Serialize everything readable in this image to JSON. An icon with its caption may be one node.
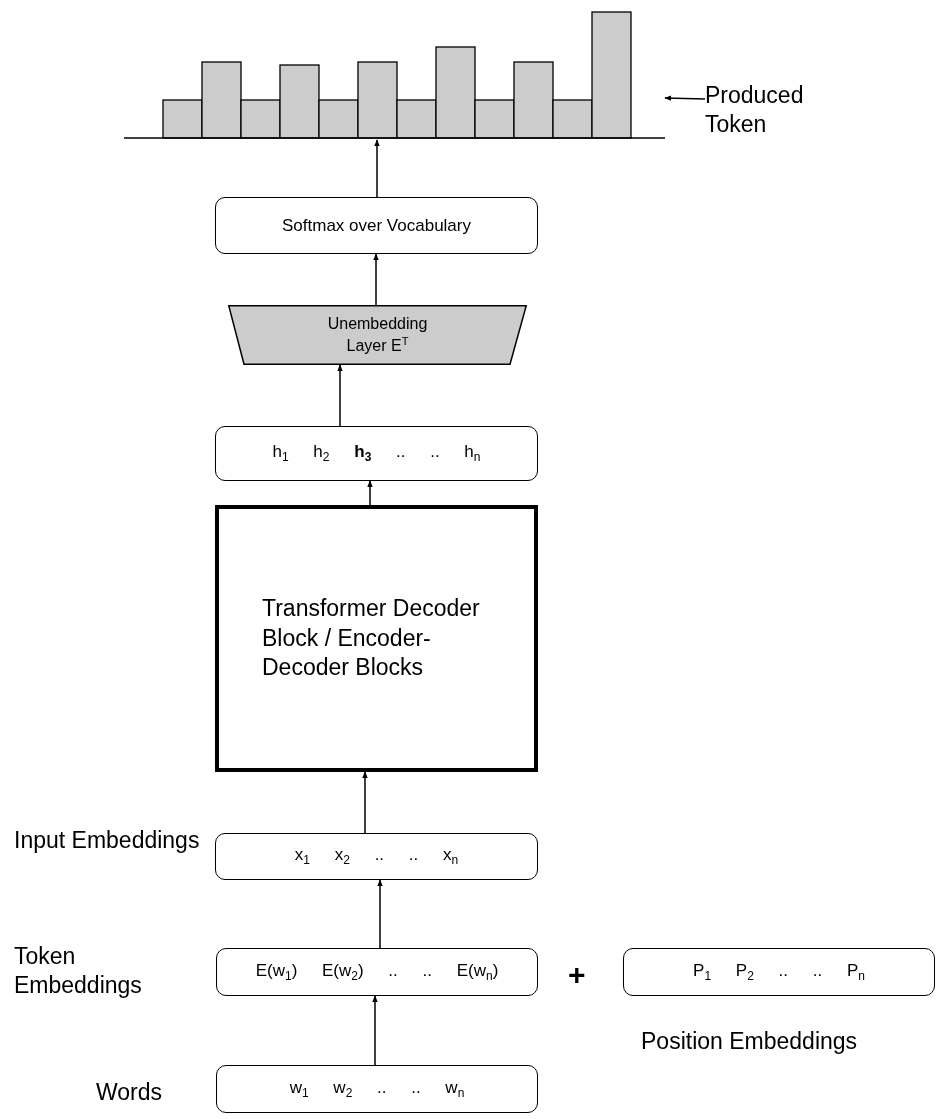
{
  "diagram": {
    "nodes": [
      {
        "text": [],
        "shape": "picture"
      },
      {
        "text": [
          "Produced Token"
        ]
      },
      {
        "text": [
          "Softmax over Vocabulary"
        ]
      },
      {
        "text": [
          "Unembedding Layer E$^{T}$"
        ]
      },
      {
        "text": [
          "h$_{1}$ h$_{2}$ **h$_{3}$** .. .. h$_{n}$"
        ]
      },
      {
        "text": [
          "Transformer Decoder Block / Encoder-Decoder Blocks"
        ]
      },
      {
        "text": [
          "x$_{1}$ x$_{2}$ .. .. x$_{n}$"
        ],
        "beside": [
          "Input Embeddings"
        ]
      },
      {
        "text": [
          "E(w$_{1}$) E(w$_{2}$) .. .. E(w$_{n}$)"
        ],
        "beside": [
          "Token Embeddings"
        ]
      },
      {
        "text": [
          "P$_{1}$ P$_{2}$ .. .. P$_{n}$"
        ],
        "beside": [
          "Position Embeddings"
        ]
      },
      {
        "text": [
          "w$_{1}$ w$_{2}$ .. .. w$_{n}$"
        ],
        "beside": [
          "Words"
        ]
      }
    ],
    "edges": [
      {
        "from": 9,
        "to": 7,
        "arrow": "to"
      },
      {
        "from": 7,
        "to": 6,
        "arrow": "to"
      },
      {
        "from": 6,
        "to": 5,
        "arrow": "to"
      },
      {
        "from": 5,
        "to": 4,
        "arrow": "to"
      },
      {
        "from": 4,
        "to": 3,
        "arrow": "to"
      },
      {
        "from": 3,
        "to": 2,
        "arrow": "to"
      },
      {
        "from": 2,
        "to": 0,
        "arrow": "to"
      },
      {
        "from": 1,
        "to": 0,
        "arrow": "to"
      }
    ],
    "labels": [
      "+"
    ]
  }
}
